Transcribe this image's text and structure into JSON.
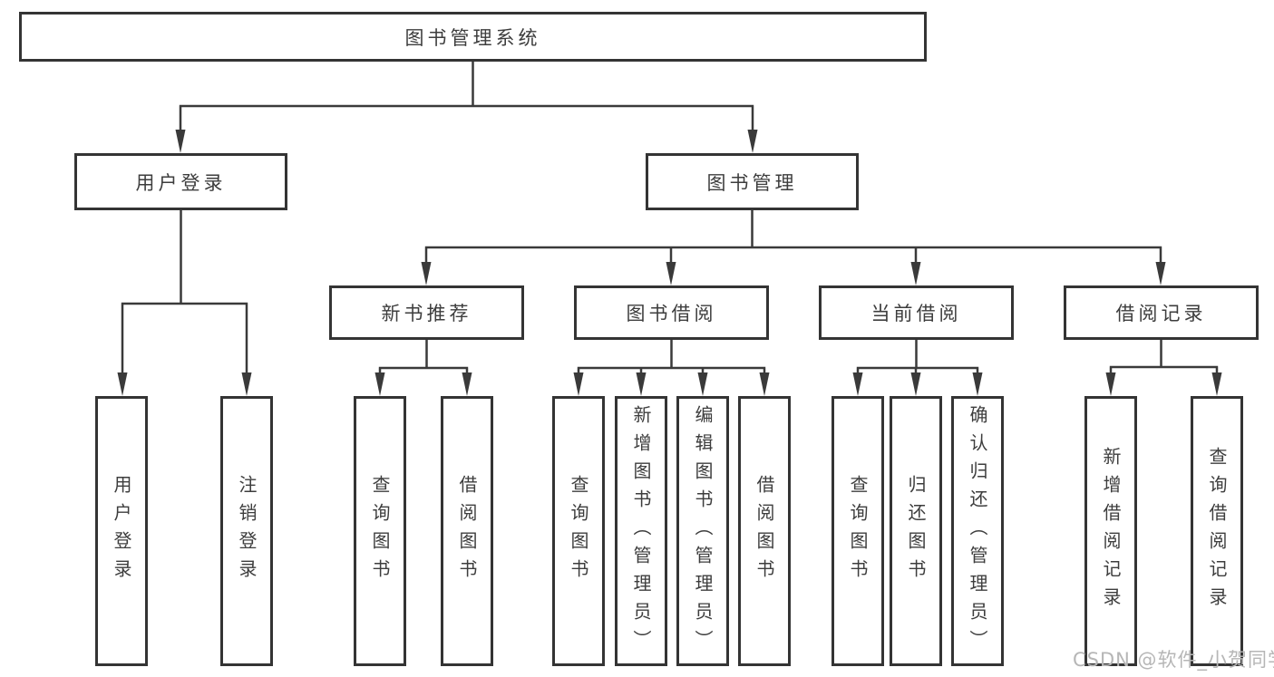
{
  "colors": {
    "line": "#3a3a3a",
    "box_border": "#343434",
    "text": "#3d3d3d",
    "watermark": "#b6b6b6",
    "background": "#ffffff"
  },
  "nodes": {
    "root": {
      "label": "图书管理系统"
    },
    "user_login": {
      "label": "用户登录"
    },
    "book_management": {
      "label": "图书管理"
    },
    "new_book_recommend": {
      "label": "新书推荐"
    },
    "book_borrowing": {
      "label": "图书借阅"
    },
    "current_borrowing": {
      "label": "当前借阅"
    },
    "borrowing_records": {
      "label": "借阅记录"
    },
    "leaf_user_login": {
      "label": "用户登录"
    },
    "leaf_logout": {
      "label": "注销登录"
    },
    "leaf_recommend_query_books": {
      "label": "查询图书"
    },
    "leaf_recommend_borrow_books": {
      "label": "借阅图书"
    },
    "leaf_borrowing_query_books": {
      "label": "查询图书"
    },
    "leaf_add_books_admin": {
      "label": "新增图书（管理员）"
    },
    "leaf_edit_books_admin": {
      "label": "编辑图书（管理员）"
    },
    "leaf_borrow_books": {
      "label": "借阅图书"
    },
    "leaf_current_query_books": {
      "label": "查询图书"
    },
    "leaf_return_books": {
      "label": "归还图书"
    },
    "leaf_confirm_return_admin": {
      "label": "确认归还（管理员）"
    },
    "leaf_add_borrow_record": {
      "label": "新增借阅记录"
    },
    "leaf_query_borrow_record": {
      "label": "查询借阅记录"
    }
  },
  "watermark": {
    "label": "CSDN @软件_小贺同学"
  }
}
